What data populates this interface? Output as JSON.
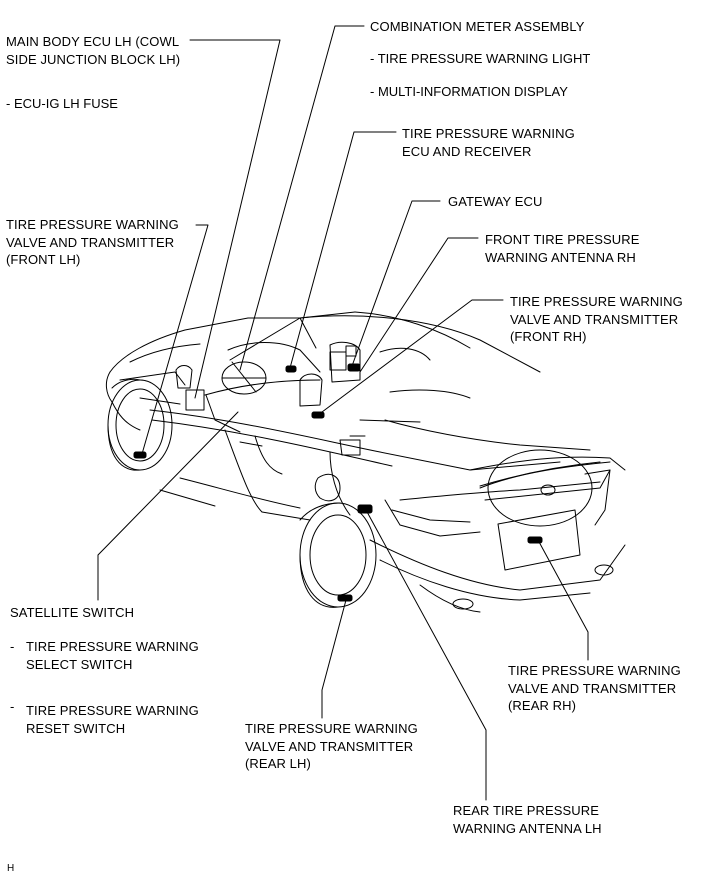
{
  "labels": {
    "main_body_ecu": {
      "line1": "MAIN BODY ECU LH (COWL",
      "line2": "SIDE JUNCTION BLOCK LH)"
    },
    "ecu_ig_fuse": "- ECU-IG LH FUSE",
    "combination_meter": "COMBINATION METER ASSEMBLY",
    "tire_warning_light": "- TIRE PRESSURE WARNING LIGHT",
    "multi_info_display": "- MULTI-INFORMATION DISPLAY",
    "tpw_ecu_receiver": {
      "line1": "TIRE PRESSURE WARNING",
      "line2": "ECU AND RECEIVER"
    },
    "gateway_ecu": "GATEWAY ECU",
    "front_antenna_rh": {
      "line1": "FRONT TIRE PRESSURE",
      "line2": "WARNING ANTENNA RH"
    },
    "valve_front_lh": {
      "line1": "TIRE PRESSURE WARNING",
      "line2": "VALVE AND TRANSMITTER",
      "line3": "(FRONT LH)"
    },
    "valve_front_rh": {
      "line1": "TIRE PRESSURE WARNING",
      "line2": "VALVE AND TRANSMITTER",
      "line3": "(FRONT RH)"
    },
    "satellite_switch": "SATELLITE SWITCH",
    "select_switch": {
      "line1": "TIRE PRESSURE WARNING",
      "line2": "SELECT SWITCH"
    },
    "reset_switch": {
      "line1": "TIRE PRESSURE WARNING",
      "line2": "RESET SWITCH"
    },
    "valve_rear_rh": {
      "line1": "TIRE PRESSURE WARNING",
      "line2": "VALVE AND TRANSMITTER",
      "line3": "(REAR RH)"
    },
    "valve_rear_lh": {
      "line1": "TIRE PRESSURE WARNING",
      "line2": "VALVE AND TRANSMITTER",
      "line3": "(REAR LH)"
    },
    "rear_antenna_lh": {
      "line1": "REAR TIRE PRESSURE",
      "line2": "WARNING ANTENNA LH"
    },
    "dash_mark": "-"
  },
  "figure_code": "H",
  "colors": {
    "ink": "#000000",
    "background": "#ffffff"
  }
}
